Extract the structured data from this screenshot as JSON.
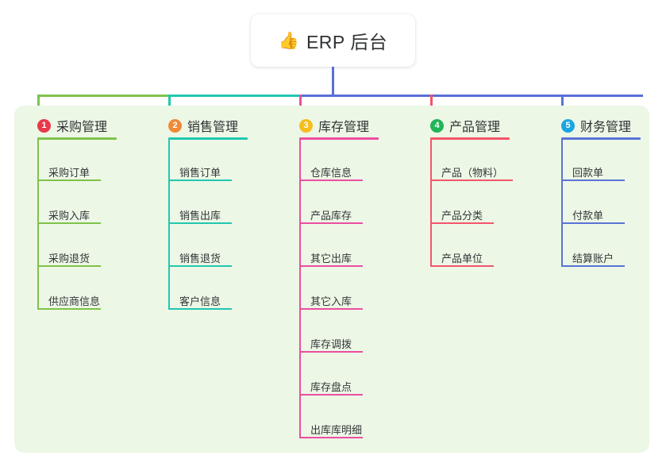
{
  "root": {
    "emoji": "👍",
    "icon_name": "thumbs-up-icon",
    "title": "ERP 后台"
  },
  "theme": {
    "panel_background": "#ecf7e6",
    "page_background": "#ffffff",
    "text_color": "#2f3234",
    "trunk_color": "#5a6fd6"
  },
  "columns": [
    {
      "number": "1",
      "title": "采购管理",
      "badge_color": "#e8394a",
      "line_color": "#7fc24a",
      "items": [
        "采购订单",
        "采购入库",
        "采购退货",
        "供应商信息"
      ]
    },
    {
      "number": "2",
      "title": "销售管理",
      "badge_color": "#f08a36",
      "line_color": "#22c7b0",
      "items": [
        "销售订单",
        "销售出库",
        "销售退货",
        "客户信息"
      ]
    },
    {
      "number": "3",
      "title": "库存管理",
      "badge_color": "#f5be1d",
      "line_color": "#ec4fa0",
      "items": [
        "仓库信息",
        "产品库存",
        "其它出库",
        "其它入库",
        "库存调拨",
        "库存盘点",
        "出库库明细"
      ]
    },
    {
      "number": "4",
      "title": "产品管理",
      "badge_color": "#22b457",
      "line_color": "#f4556a",
      "items": [
        "产品（物料）",
        "产品分类",
        "产品单位"
      ]
    },
    {
      "number": "5",
      "title": "财务管理",
      "badge_color": "#1aa5e0",
      "line_color": "#5a74d6",
      "items": [
        "回款单",
        "付款单",
        "结算账户"
      ]
    }
  ]
}
